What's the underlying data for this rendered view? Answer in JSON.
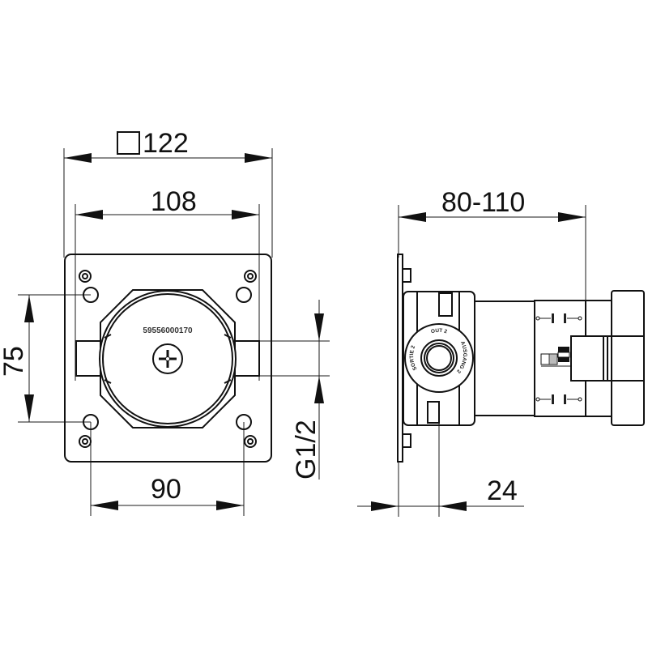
{
  "drawing": {
    "front_view": {
      "dim_square": {
        "symbol": "□",
        "value": "122"
      },
      "dim_hole_spacing_h": "108",
      "dim_hole_spacing_v": "75",
      "dim_bottom_holes": "90",
      "dim_thread": "G1/2",
      "part_number": "59556000170"
    },
    "side_view": {
      "dim_depth_range": "80-110",
      "dim_flange": "24",
      "port_labels": {
        "top": "OUT 2",
        "right": "AUSGANG 2",
        "left": "SORTIE 2"
      },
      "scale_labels": {
        "min": "80",
        "max": "110"
      }
    },
    "colors": {
      "line": "#111111",
      "background": "#ffffff"
    }
  }
}
